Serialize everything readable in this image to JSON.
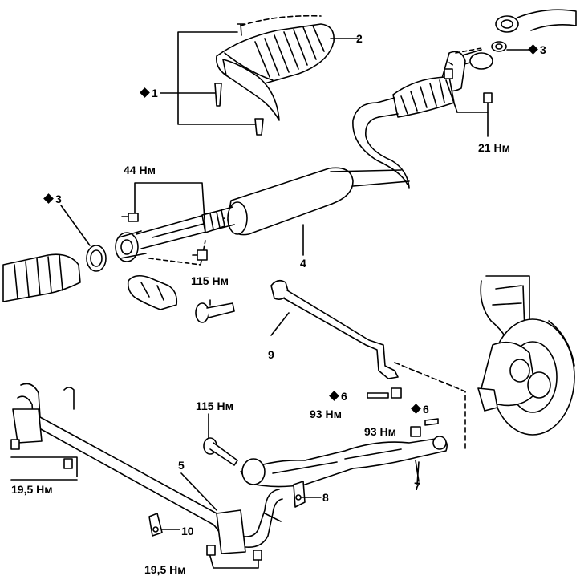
{
  "colors": {
    "line": "#000000",
    "background": "#ffffff",
    "fill": "#e6e6e6"
  },
  "labels": {
    "part_1": "1",
    "part_2": "2",
    "part_3_right": "3",
    "part_3_left": "3",
    "part_4": "4",
    "part_5": "5",
    "part_6_left": "6",
    "part_6_right": "6",
    "part_7": "7",
    "part_8": "8",
    "part_9": "9",
    "part_10": "10",
    "torque_21": "21 Нм",
    "torque_44": "44 Нм",
    "torque_115_top": "115 Нм",
    "torque_115_bottom": "115 Нм",
    "torque_93_left": "93 Нм",
    "torque_93_right": "93 Нм",
    "torque_19_5_left": "19,5 Нм",
    "torque_19_5_bottom": "19,5 Нм"
  },
  "icons": {
    "marker": "black-diamond-icon"
  }
}
